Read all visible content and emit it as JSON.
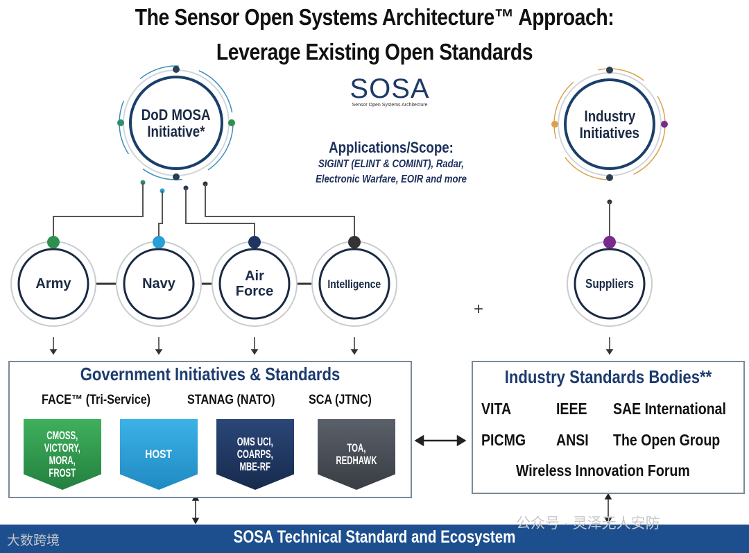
{
  "title": {
    "line1": "The Sensor Open Systems Architecture™ Approach:",
    "line2": "Leverage Existing Open Standards"
  },
  "dod_node": {
    "line1": "DoD MOSA",
    "line2": "Initiative*"
  },
  "sosa_logo": {
    "word": "SOSA",
    "subtitle": "Sensor Open Systems Architecture"
  },
  "applications": {
    "heading": "Applications/Scope:",
    "line1": "SIGINT (ELINT & COMINT), Radar,",
    "line2": "Electronic Warfare, EOIR and more"
  },
  "industry_node": {
    "line1": "Industry",
    "line2": "Initiatives"
  },
  "services": {
    "army": "Army",
    "navy": "Navy",
    "air_force_l1": "Air",
    "air_force_l2": "Force",
    "intelligence": "Intelligence"
  },
  "suppliers": "Suppliers",
  "plus": "+",
  "gov_box": {
    "title": "Government Initiatives & Standards",
    "std_face": "FACE™ (Tri-Service)",
    "std_stanag": "STANAG (NATO)",
    "std_sca": "SCA (JTNC)",
    "badges": [
      {
        "lines": [
          "CMOSS,",
          "VICTORY,",
          "MORA,",
          "FROST"
        ],
        "color": "#33a04f"
      },
      {
        "lines": [
          "HOST"
        ],
        "color": "#2a9fd6"
      },
      {
        "lines": [
          "OMS UCI,",
          "COARPS,",
          "MBE-RF"
        ],
        "color": "#1f3560"
      },
      {
        "lines": [
          "TOA,",
          "REDHAWK"
        ],
        "color": "#4a4f57"
      }
    ]
  },
  "industry_box": {
    "title": "Industry Standards Bodies**",
    "vita": "VITA",
    "ieee": "IEEE",
    "sae": "SAE International",
    "picmg": "PICMG",
    "ansi": "ANSI",
    "open_group": "The Open Group",
    "wireless": "Wireless Innovation Forum"
  },
  "footer": "SOSA Technical Standard and Ecosystem",
  "watermark": {
    "left": "大数跨境",
    "right": "公众号 · 灵泽无人安防"
  },
  "colors": {
    "navy_text": "#1c3b6e",
    "army_green": "#2f8f4e",
    "navy_blue": "#2a9fd6",
    "air_force": "#1f3560",
    "intelligence": "#333333",
    "suppliers_purple": "#7a2a8a",
    "footer_blue": "#1d4f8f"
  }
}
